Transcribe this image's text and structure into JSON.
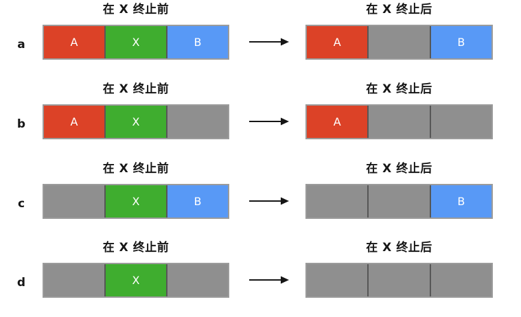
{
  "diagram": {
    "panel_headers": {
      "before": "在 X 终止前",
      "after": "在 X 终止后"
    },
    "colors": {
      "process_a": "#dc4227",
      "process_x": "#3fad2f",
      "process_b": "#5899f6",
      "free_memory": "#8f8f8f",
      "border": "#9b9b9b",
      "divider": "#565656",
      "text": "#161616",
      "segment_text": "#ffffff",
      "background": "#ffffff"
    },
    "rows": [
      {
        "label": "a",
        "before": [
          {
            "text": "A",
            "state": "proc-a"
          },
          {
            "text": "X",
            "state": "proc-x"
          },
          {
            "text": "B",
            "state": "proc-b"
          }
        ],
        "after": [
          {
            "text": "A",
            "state": "proc-a"
          },
          {
            "text": "",
            "state": "free"
          },
          {
            "text": "B",
            "state": "proc-b"
          }
        ]
      },
      {
        "label": "b",
        "before": [
          {
            "text": "A",
            "state": "proc-a"
          },
          {
            "text": "X",
            "state": "proc-x"
          },
          {
            "text": "",
            "state": "free"
          }
        ],
        "after": [
          {
            "text": "A",
            "state": "proc-a"
          },
          {
            "text": "",
            "state": "free"
          },
          {
            "text": "",
            "state": "free"
          }
        ]
      },
      {
        "label": "c",
        "before": [
          {
            "text": "",
            "state": "free"
          },
          {
            "text": "X",
            "state": "proc-x"
          },
          {
            "text": "B",
            "state": "proc-b"
          }
        ],
        "after": [
          {
            "text": "",
            "state": "free"
          },
          {
            "text": "",
            "state": "free"
          },
          {
            "text": "B",
            "state": "proc-b"
          }
        ]
      },
      {
        "label": "d",
        "before": [
          {
            "text": "",
            "state": "free"
          },
          {
            "text": "X",
            "state": "proc-x"
          },
          {
            "text": "",
            "state": "free"
          }
        ],
        "after": [
          {
            "text": "",
            "state": "free"
          },
          {
            "text": "",
            "state": "free"
          },
          {
            "text": "",
            "state": "free"
          }
        ]
      }
    ]
  }
}
